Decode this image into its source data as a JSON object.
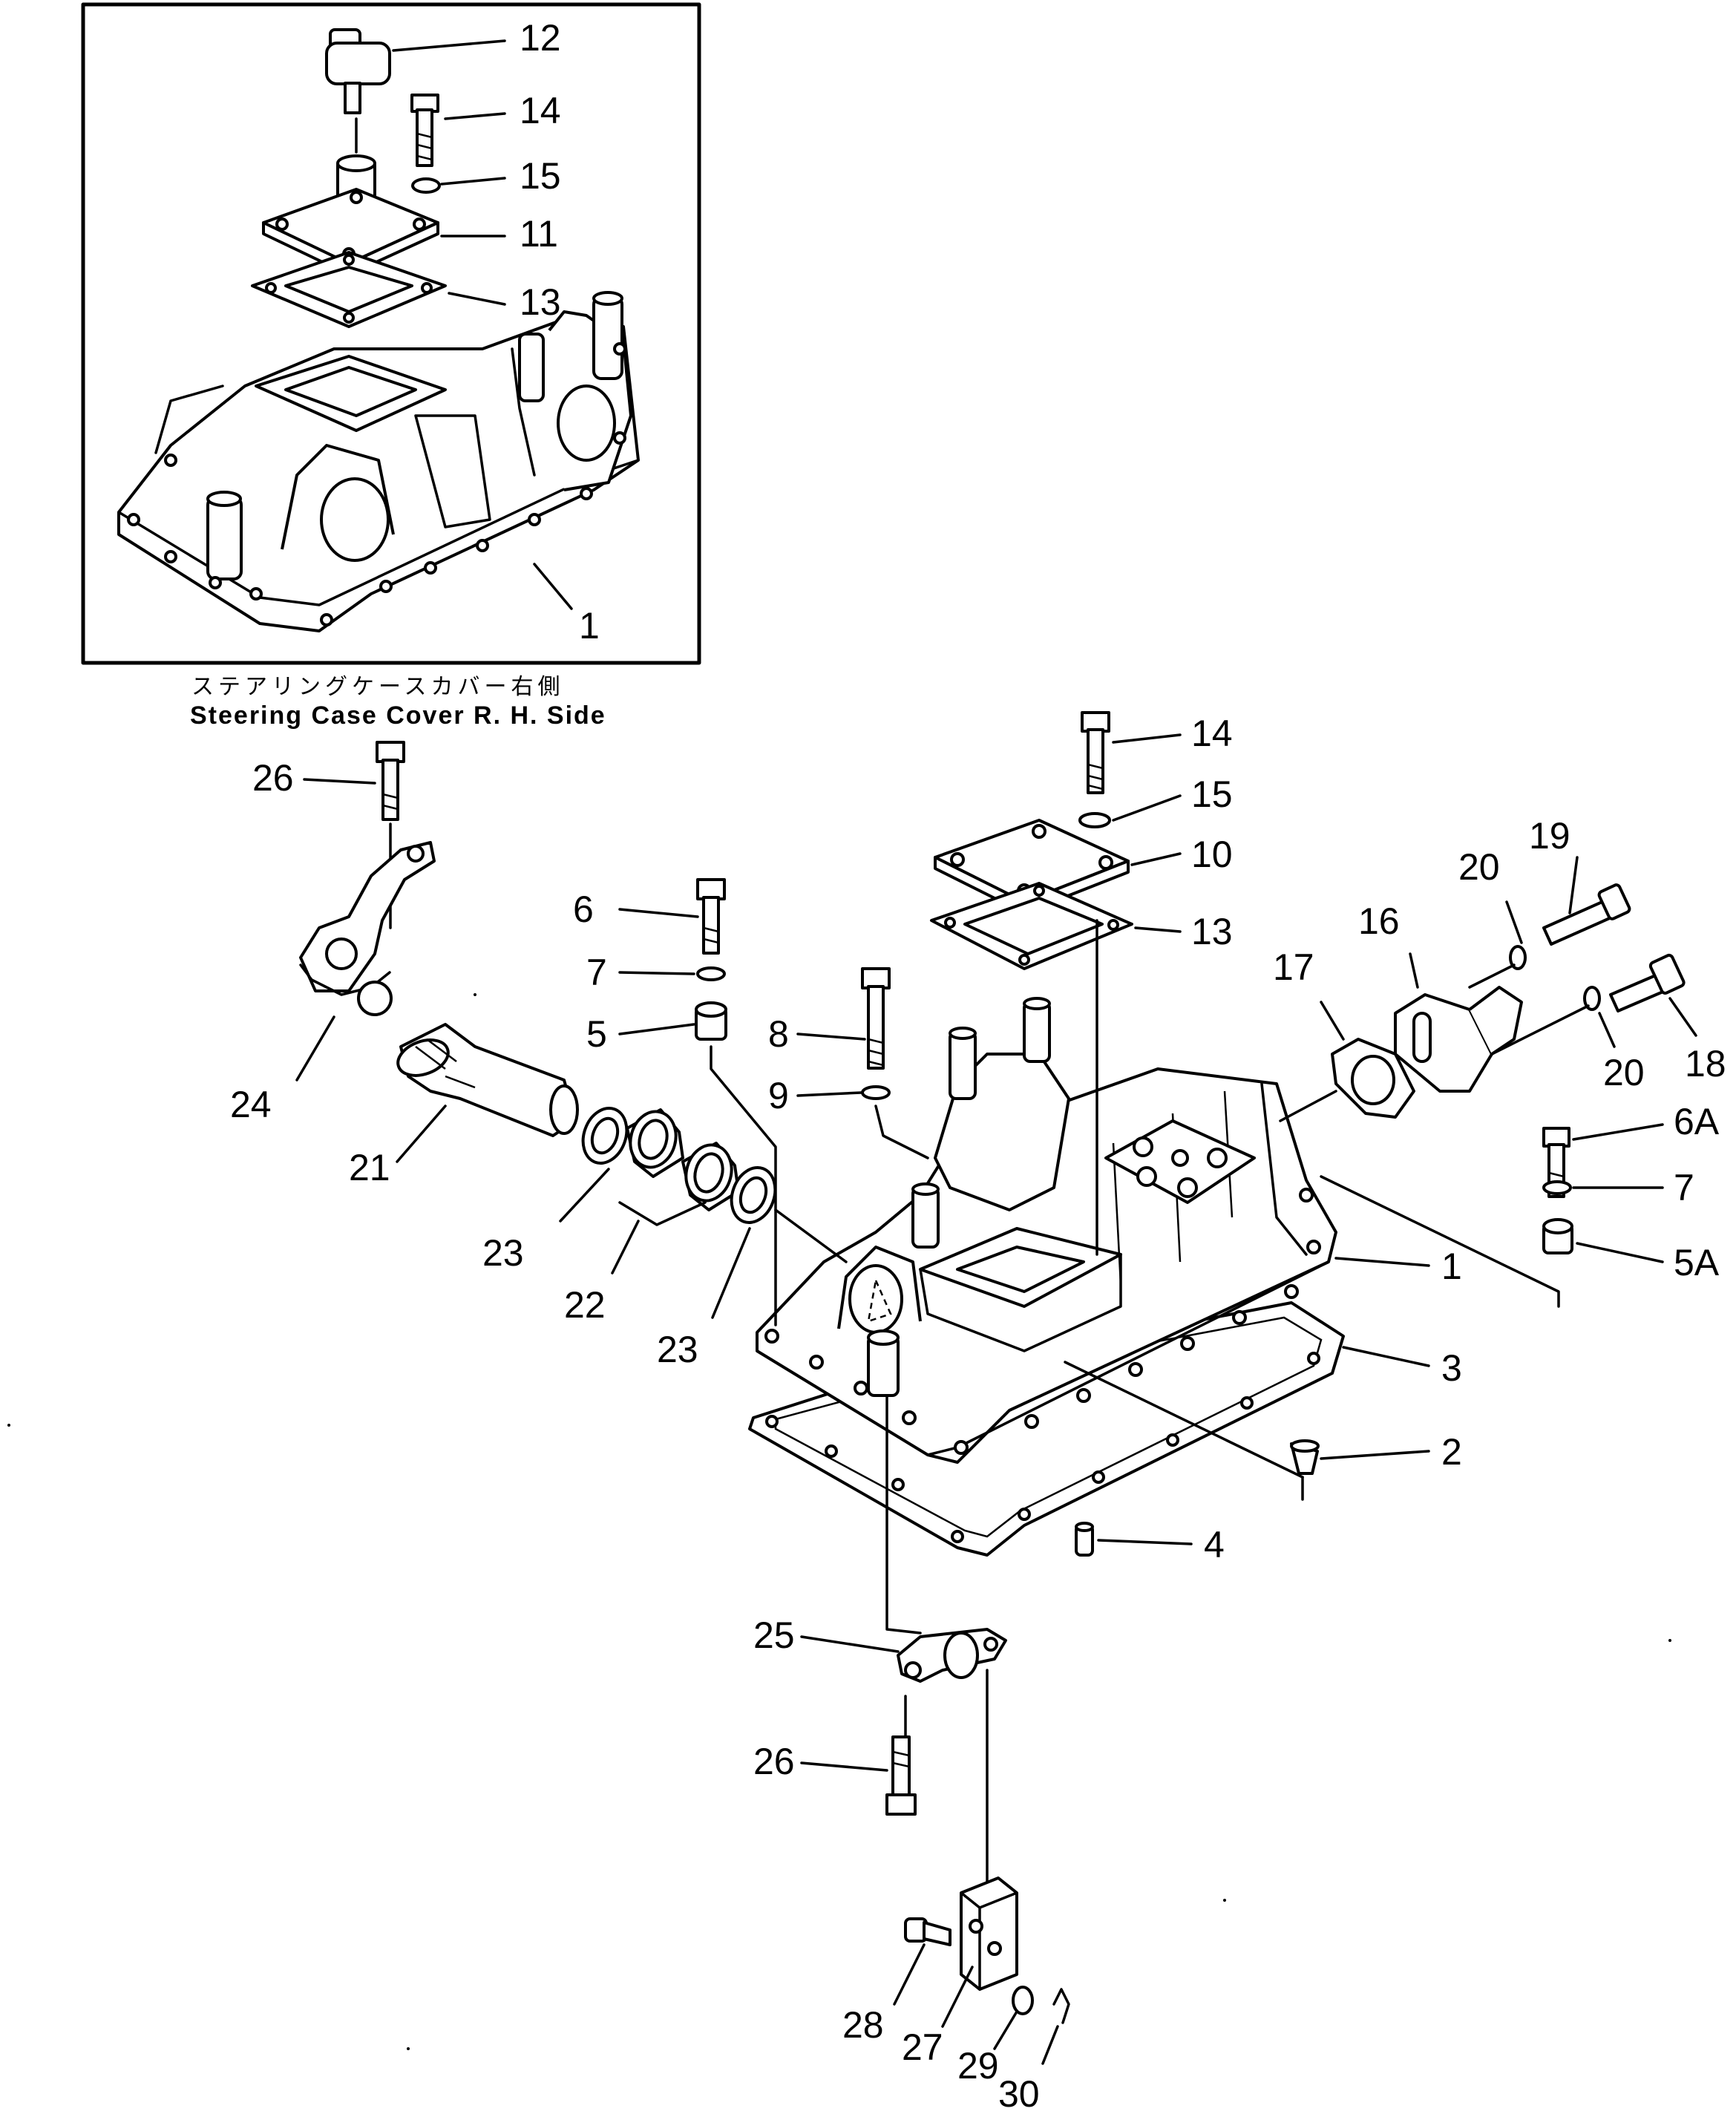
{
  "inset": {
    "caption_jp": "ステアリングケースカバー右側",
    "caption_en": "Steering  Case  Cover  R. H. Side",
    "callouts": [
      "12",
      "14",
      "15",
      "11",
      "13",
      "1"
    ]
  },
  "main": {
    "callouts": [
      "14",
      "15",
      "10",
      "13",
      "19",
      "20",
      "16",
      "17",
      "18",
      "20",
      "6A",
      "7",
      "5A",
      "1",
      "3",
      "2",
      "4",
      "26",
      "24",
      "21",
      "6",
      "7",
      "5",
      "8",
      "9",
      "23",
      "22",
      "23",
      "25",
      "26",
      "28",
      "27",
      "29",
      "30"
    ]
  },
  "icons": [
    "bolt",
    "washer",
    "plate",
    "gasket",
    "housing",
    "shaft",
    "bearing",
    "lever",
    "block",
    "pin"
  ]
}
